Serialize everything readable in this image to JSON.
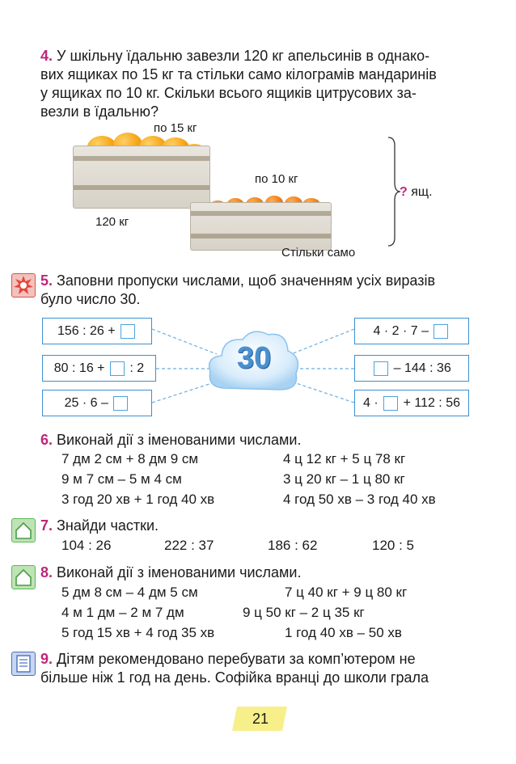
{
  "task4": {
    "number": "4.",
    "line1": "У шкільну їдальню завезли 120 кг апельсинів в однако-",
    "line2": "вих ящиках по 15 кг та стільки само кілограмів мандаринів",
    "line3": "у ящиках по 10 кг. Скільки всього ящиків цитрусових за-",
    "line4": "везли в їдальню?",
    "label_15": "по 15 кг",
    "label_10": "по 10 кг",
    "label_120": "120 кг",
    "label_same": "Стільки само",
    "question_mark": "?",
    "question_unit": "ящ."
  },
  "task5": {
    "number": "5.",
    "line1": "Заповни пропуски числами, щоб значенням усіх виразів",
    "line2": "було число 30.",
    "cloud_value": "30",
    "left": [
      {
        "before": "156 : 26 +",
        "after": ""
      },
      {
        "before": "80 : 16 +",
        "after": ": 2"
      },
      {
        "before": "25 · 6 –",
        "after": ""
      }
    ],
    "right": [
      {
        "before": "4 · 2 · 7 –",
        "after": ""
      },
      {
        "before": "",
        "after": "– 144 : 36"
      },
      {
        "before": "4 ·",
        "after": "+ 112 : 56"
      }
    ]
  },
  "task6": {
    "number": "6.",
    "title": "Виконай дії з іменованими числами.",
    "rows": [
      [
        "7 дм 2 см + 8 дм 9 см",
        "4 ц 12 кг + 5 ц 78 кг"
      ],
      [
        "9 м 7 см – 5 м 4 см",
        "3 ц 20 кг – 1 ц 80 кг"
      ],
      [
        "3 год 20 хв + 1 год 40 хв",
        "4 год 50 хв – 3 год 40 хв"
      ]
    ]
  },
  "task7": {
    "number": "7.",
    "title": "Знайди частки.",
    "items": [
      "104 : 26",
      "222 : 37",
      "186 : 62",
      "120 : 5"
    ]
  },
  "task8": {
    "number": "8.",
    "title": "Виконай дії з іменованими числами.",
    "rows": [
      [
        "5 дм 8 см – 4 дм 5 см",
        "7 ц 40 кг + 9 ц 80 кг"
      ],
      [
        "4 м 1 дм – 2 м 7 дм",
        "9 ц 50 кг – 2 ц 35 кг"
      ],
      [
        "5 год 15 хв + 4 год 35 хв",
        "1 год 40 хв – 50 хв"
      ]
    ]
  },
  "task9": {
    "number": "9.",
    "line1": "Дітям рекомендовано перебувати за комп’ютером не",
    "line2": "більше ніж 1 год на день. Софійка вранці до школи грала"
  },
  "page": {
    "number": "21"
  },
  "colors": {
    "accent": "#c0257a",
    "blue": "#3b8fd0",
    "green": "#5cb85c",
    "star": "#e8453c",
    "yellow": "#f7ef8a"
  }
}
